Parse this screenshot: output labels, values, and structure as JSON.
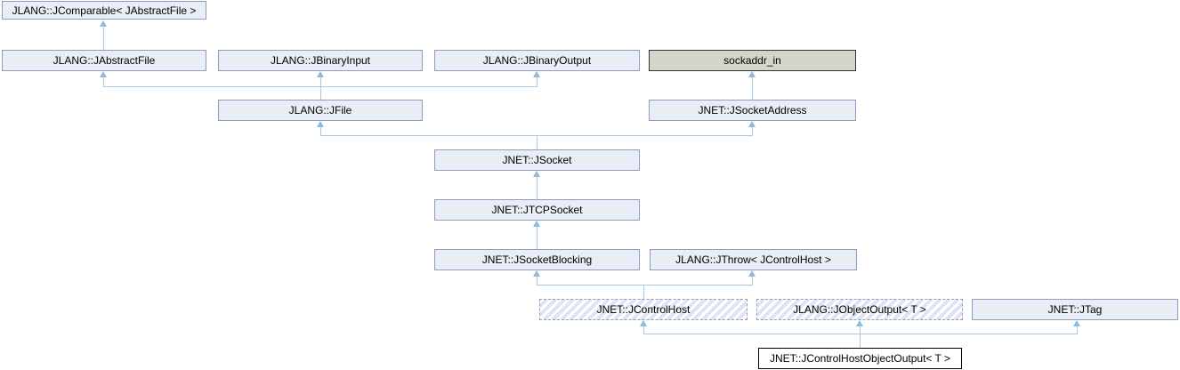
{
  "diagram": {
    "title": "Inheritance diagram for JNET::JControlHostObjectOutput< T >",
    "type": "class-inheritance-graph",
    "colors": {
      "node_fill": "#e9edf6",
      "node_border": "#8d9cc0",
      "external_node_fill": "#d5d5ca",
      "external_node_border": "#35352e",
      "current_node_fill": "#ffffff",
      "current_node_border": "#000000",
      "hatch_stripe": "#dfe4f2",
      "edge_line": "#a5c9e8",
      "edge_arrowhead": "#8fb9dc",
      "background": "#ffffff"
    }
  },
  "nodes": {
    "jcomparable": {
      "label": "JLANG::JComparable< JAbstractFile >",
      "style": "default"
    },
    "jabstractfile": {
      "label": "JLANG::JAbstractFile",
      "style": "default"
    },
    "jbinaryinput": {
      "label": "JLANG::JBinaryInput",
      "style": "default"
    },
    "jbinaryoutput": {
      "label": "JLANG::JBinaryOutput",
      "style": "default"
    },
    "sockaddrin": {
      "label": "sockaddr_in",
      "style": "external-gray"
    },
    "jfile": {
      "label": "JLANG::JFile",
      "style": "default"
    },
    "jsocketaddress": {
      "label": "JNET::JSocketAddress",
      "style": "default"
    },
    "jsocket": {
      "label": "JNET::JSocket",
      "style": "default"
    },
    "jtcpsocket": {
      "label": "JNET::JTCPSocket",
      "style": "default"
    },
    "jsocketblocking": {
      "label": "JNET::JSocketBlocking",
      "style": "default"
    },
    "jthrow": {
      "label": "JLANG::JThrow< JControlHost >",
      "style": "default"
    },
    "jcontrolhost": {
      "label": "JNET::JControlHost",
      "style": "hatched-dashed"
    },
    "jobjectoutput": {
      "label": "JLANG::JObjectOutput< T >",
      "style": "hatched-dashed"
    },
    "jtag": {
      "label": "JNET::JTag",
      "style": "default"
    },
    "jchoo": {
      "label": "JNET::JControlHostObjectOutput< T >",
      "style": "current-class"
    }
  },
  "edges": [
    {
      "from": "JLANG::JAbstractFile",
      "to": "JLANG::JComparable< JAbstractFile >"
    },
    {
      "from": "JLANG::JFile",
      "to": "JLANG::JAbstractFile"
    },
    {
      "from": "JLANG::JFile",
      "to": "JLANG::JBinaryInput"
    },
    {
      "from": "JLANG::JFile",
      "to": "JLANG::JBinaryOutput"
    },
    {
      "from": "JNET::JSocketAddress",
      "to": "sockaddr_in"
    },
    {
      "from": "JNET::JSocket",
      "to": "JLANG::JFile"
    },
    {
      "from": "JNET::JSocket",
      "to": "JNET::JSocketAddress"
    },
    {
      "from": "JNET::JTCPSocket",
      "to": "JNET::JSocket"
    },
    {
      "from": "JNET::JSocketBlocking",
      "to": "JNET::JTCPSocket"
    },
    {
      "from": "JNET::JControlHost",
      "to": "JNET::JSocketBlocking"
    },
    {
      "from": "JNET::JControlHost",
      "to": "JLANG::JThrow< JControlHost >"
    },
    {
      "from": "JNET::JControlHostObjectOutput< T >",
      "to": "JNET::JControlHost"
    },
    {
      "from": "JNET::JControlHostObjectOutput< T >",
      "to": "JLANG::JObjectOutput< T >"
    },
    {
      "from": "JNET::JControlHostObjectOutput< T >",
      "to": "JNET::JTag"
    }
  ]
}
